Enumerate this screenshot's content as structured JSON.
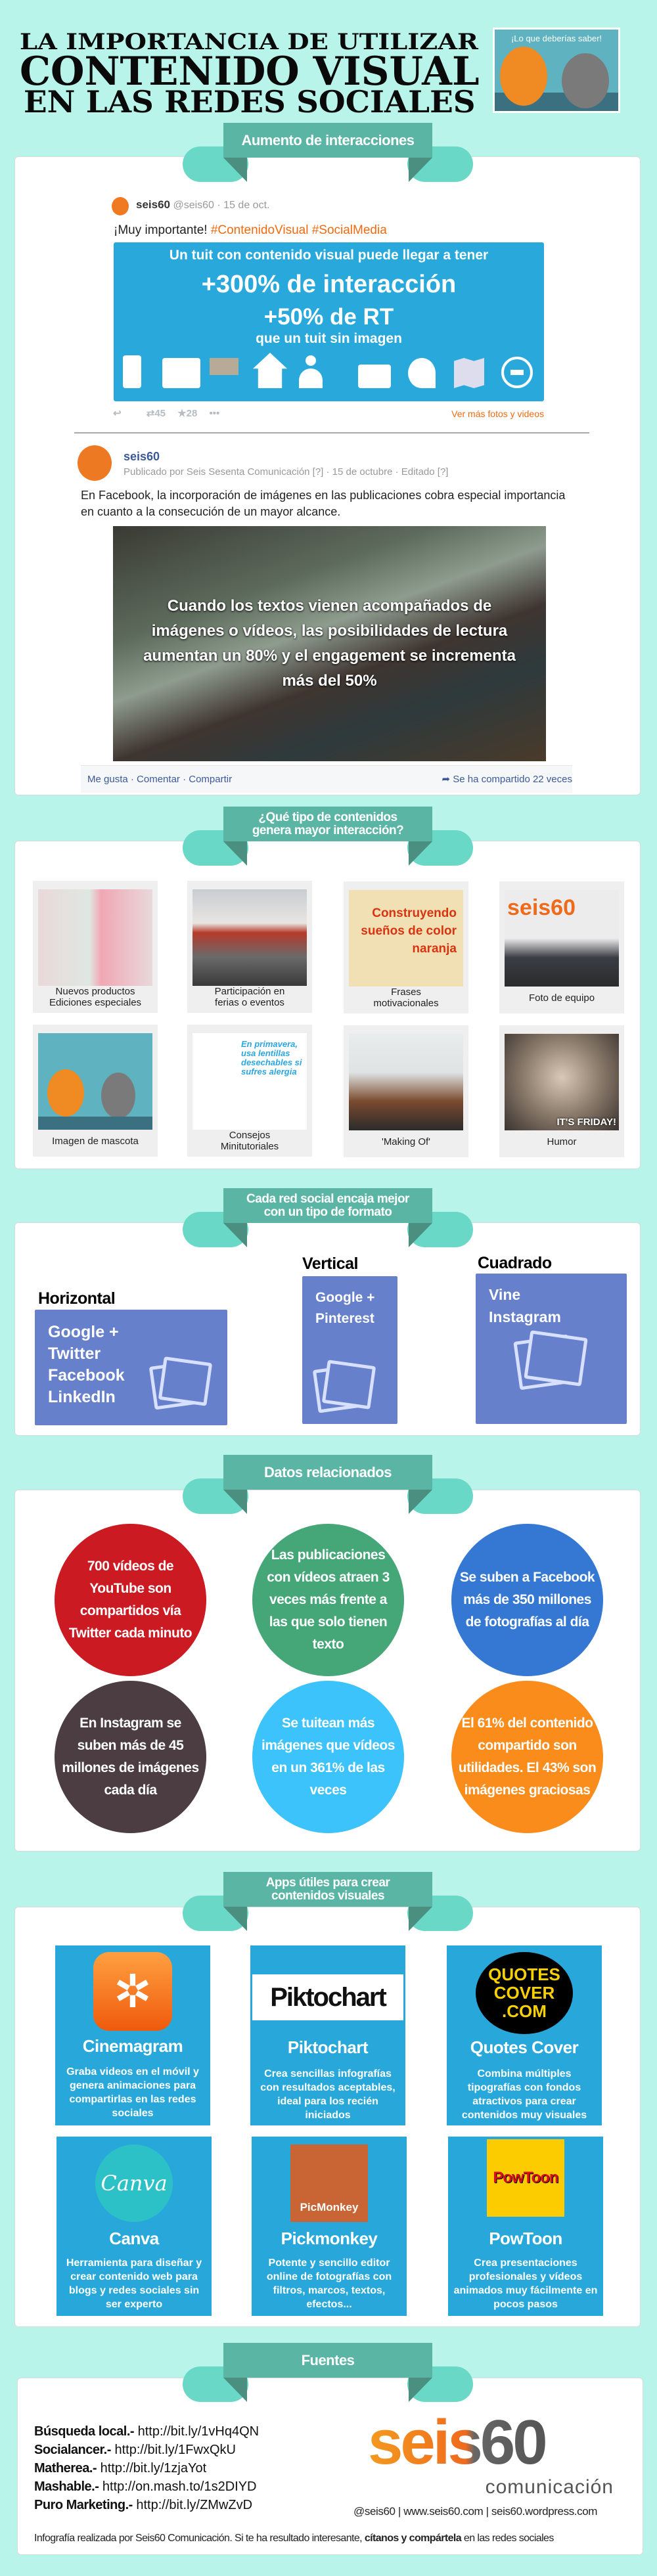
{
  "header": {
    "title_line1": "LA IMPORTANCIA DE UTILIZAR",
    "title_line2": "CONTENIDO VISUAL",
    "title_line3": "EN LAS REDES SOCIALES",
    "badge_caption": "¡Lo que deberías saber!"
  },
  "colors": {
    "background": "#b8f4ea",
    "ribbon": "#5bb5a5",
    "tweet_blue": "#29a8dc",
    "format_box": "#6680cc",
    "app_tile": "#28a8da",
    "accent_orange": "#f26a10"
  },
  "section1": {
    "heading": "Aumento de interacciones",
    "tweet": {
      "name": "seis60",
      "handle": "@seis60",
      "date": "· 15 de oct.",
      "text": "¡Muy importante!",
      "hashtags": "#ContenidoVisual #SocialMedia",
      "box_line1": "Un tuit con contenido visual puede llegar a tener",
      "box_line2": "+300% de interacción",
      "box_line3": "+50% de RT",
      "box_line4": "que un tuit sin imagen",
      "retweets": "45",
      "favorites": "28",
      "more_link": "Ver más fotos y videos"
    },
    "facebook": {
      "name": "seis60",
      "meta": "Publicado por Seis Sesenta Comunicación [?] · 15 de octubre · Editado [?]",
      "text": "En Facebook, la incorporación de imágenes en las publicaciones cobra especial importancia en cuanto a la consecución de un mayor alcance.",
      "image_text": "Cuando los textos vienen acompañados de imágenes o vídeos, las posibilidades de lectura aumentan un 80% y el engagement se incrementa más del 50%",
      "like": "Me gusta",
      "comment": "Comentar",
      "share": "Compartir",
      "shared": "Se ha compartido 22 veces"
    }
  },
  "section2": {
    "heading_line1": "¿Qué tipo de contenidos",
    "heading_line2": "genera mayor interacción?",
    "items": [
      {
        "line1": "Nuevos productos",
        "line2": "Ediciones especiales"
      },
      {
        "line1": "Participación en",
        "line2": "ferias o eventos"
      },
      {
        "line1": "Frases",
        "line2": "motivacionales",
        "image_text": "Construyendo sueños de color naranja"
      },
      {
        "line1": "Foto de equipo",
        "line2": "",
        "image_text": "seis60"
      },
      {
        "line1": "Imagen de mascota",
        "line2": ""
      },
      {
        "line1": "Consejos",
        "line2": "Minitutoriales",
        "image_text": "En primavera, usa lentillas desechables si sufres alergia"
      },
      {
        "line1": "'Making Of'",
        "line2": ""
      },
      {
        "line1": "Humor",
        "line2": "",
        "image_text": "IT'S FRIDAY!"
      }
    ]
  },
  "section3": {
    "heading_line1": "Cada red social encaja mejor",
    "heading_line2": "con un tipo de formato",
    "formats": [
      {
        "label": "Horizontal",
        "networks": [
          "Google +",
          "Twitter",
          "Facebook",
          "LinkedIn"
        ]
      },
      {
        "label": "Vertical",
        "networks": [
          "Google +",
          "Pinterest"
        ]
      },
      {
        "label": "Cuadrado",
        "networks": [
          "Vine",
          "Instagram"
        ]
      }
    ]
  },
  "section4": {
    "heading": "Datos relacionados",
    "facts": [
      {
        "text": "700 vídeos de YouTube son compartidos vía Twitter cada minuto",
        "color": "#cc1a22"
      },
      {
        "text": "Las publicaciones con vídeos atraen 3 veces más frente a las que solo tienen texto",
        "color": "#45a677"
      },
      {
        "text": "Se suben a Facebook más de 350 millones de fotografías al día",
        "color": "#3478d4"
      },
      {
        "text": "En Instagram se suben más de 45 millones de imágenes cada día",
        "color": "#4b3d42"
      },
      {
        "text": "Se tuitean más imágenes que vídeos en un 361% de las veces",
        "color": "#3cc3fc"
      },
      {
        "text": "El 61% del contenido compartido son utilidades. El 43% son imágenes graciosas",
        "color": "#fa8c1c"
      }
    ]
  },
  "section5": {
    "heading_line1": "Apps útiles para crear",
    "heading_line2": "contenidos visuales",
    "apps": [
      {
        "name": "Cinemagram",
        "desc": "Graba videos en el móvil y genera animaciones para compartirlas en las redes sociales"
      },
      {
        "name": "Piktochart",
        "desc": "Crea sencillas infografías con resultados aceptables, ideal para los recién iniciados",
        "logo_text": "Piktochart"
      },
      {
        "name": "Quotes Cover",
        "desc": "Combina múltiples tipografías con fondos atractivos para crear contenidos muy visuales",
        "logo_text": "QUOTES COVER .COM"
      },
      {
        "name": "Canva",
        "desc": "Herramienta para diseñar y crear contenido web para blogs y redes sociales sin ser experto",
        "logo_text": "Canva"
      },
      {
        "name": "Pickmonkey",
        "desc": "Potente y sencillo editor online de fotografías con filtros, marcos, textos, efectos...",
        "logo_text": "PicMonkey"
      },
      {
        "name": "PowToon",
        "desc": "Crea presentaciones profesionales y vídeos animados muy fácilmente en pocos pasos",
        "logo_text": "PowToon"
      }
    ]
  },
  "section6": {
    "heading": "Fuentes",
    "sources": [
      {
        "name": "Búsqueda local.-",
        "url": "http://bit.ly/1vHq4QN"
      },
      {
        "name": "Socialancer.-",
        "url": "http://bit.ly/1FwxQkU"
      },
      {
        "name": "Matherea.-",
        "url": "http://bit.ly/1zjaYot"
      },
      {
        "name": "Mashable.-",
        "url": "http://on.mash.to/1s2DIYD"
      },
      {
        "name": "Puro Marketing.-",
        "url": "http://bit.ly/ZMwZvD"
      }
    ],
    "logo_main": "seis60",
    "logo_sub": "comunicación",
    "contact": "@seis60 | www.seis60.com | seis60.wordpress.com",
    "footer_pre": "Infografía realizada por Seis60 Comunicación. Si te ha resultado interesante,",
    "footer_bold": "cítanos y compártela",
    "footer_post": "en las redes sociales"
  }
}
